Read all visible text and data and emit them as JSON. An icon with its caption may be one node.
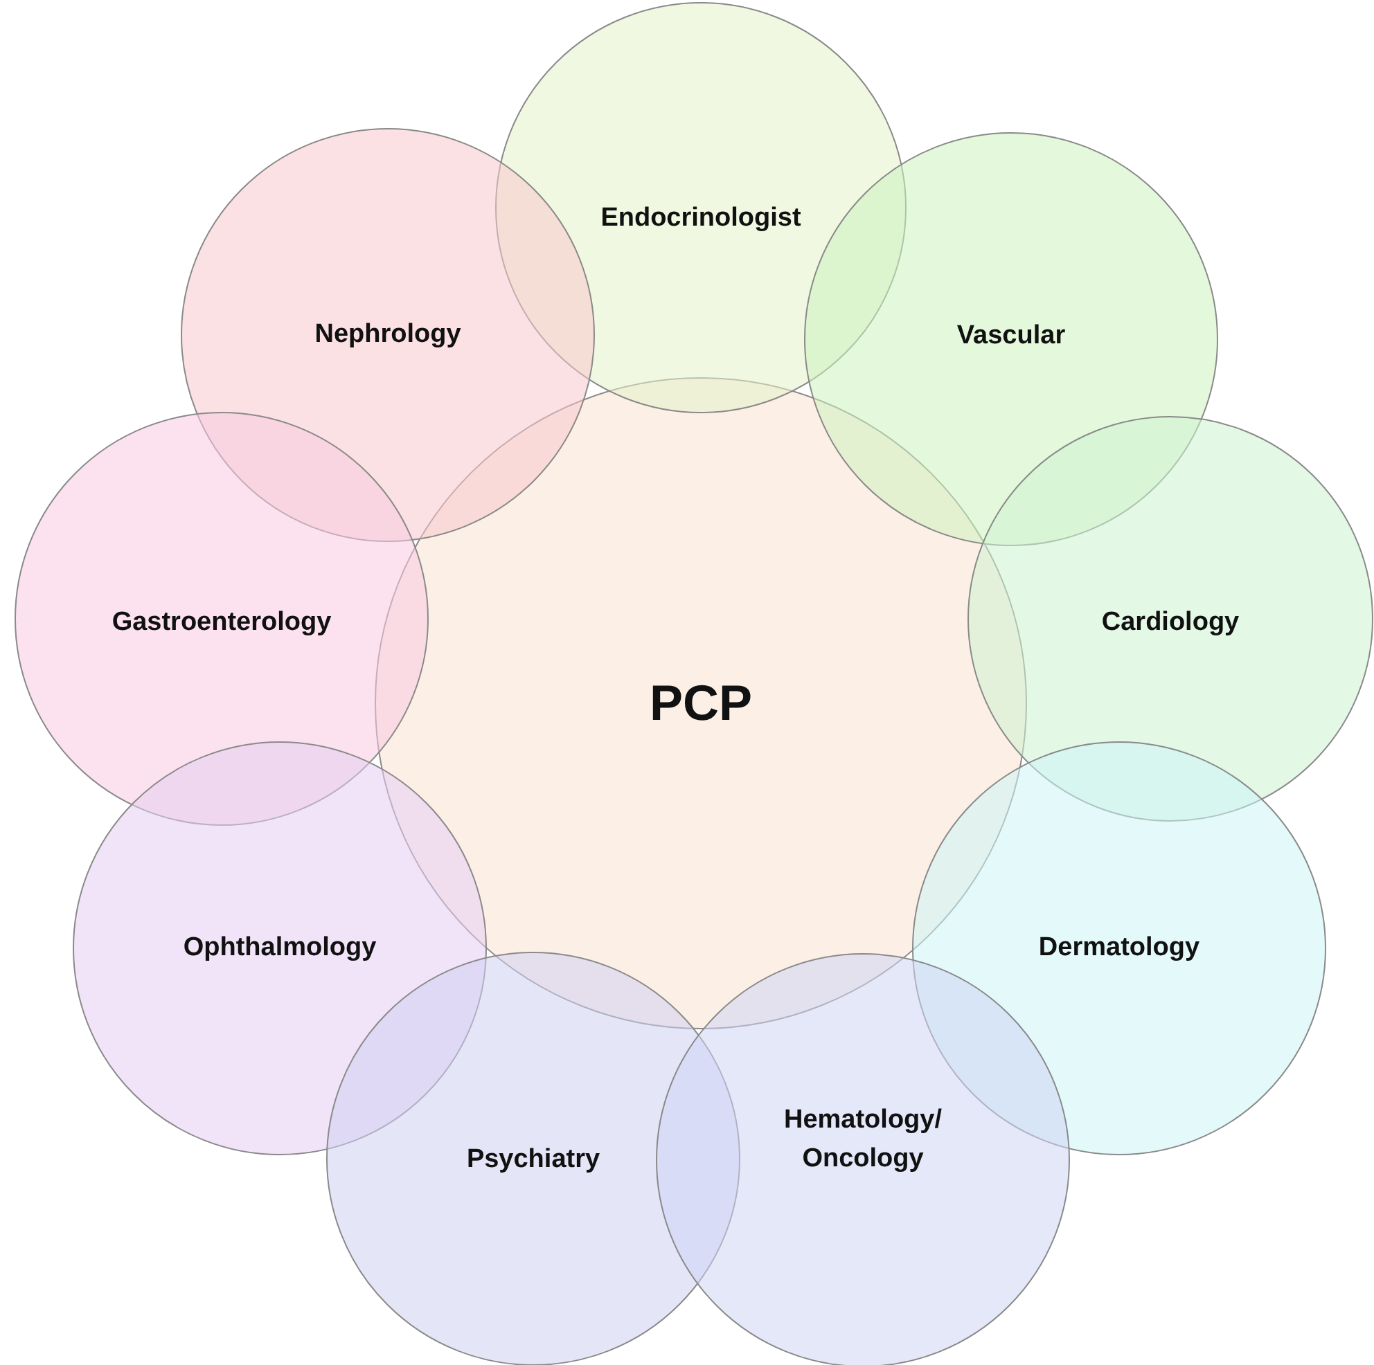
{
  "diagram": {
    "nodes": [
      {
        "text": [
          "Endocrinologist"
        ]
      },
      {
        "text": [
          "Nephrology"
        ]
      },
      {
        "text": [
          "Vascular"
        ]
      },
      {
        "text": [
          "Gastroenterology"
        ]
      },
      {
        "text": [
          "PCP"
        ]
      },
      {
        "text": [
          "Cardiology"
        ]
      },
      {
        "text": [
          "Ophthalmology"
        ]
      },
      {
        "text": [
          "Dermatology"
        ]
      },
      {
        "text": [
          "Psychiatry"
        ]
      },
      {
        "text": [
          "Hematology/ Oncology"
        ]
      }
    ]
  }
}
